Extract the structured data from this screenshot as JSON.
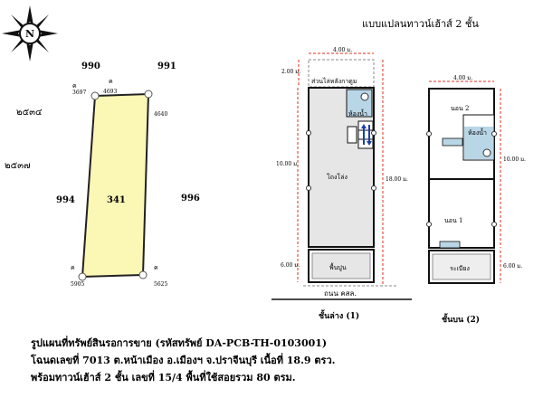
{
  "compass": {
    "letter": "N"
  },
  "lot_map": {
    "neighbors": {
      "top_left": "990",
      "top_right": "991",
      "left_upper": "๒๕๓๔",
      "left_mid": "๒๕๓๗",
      "left_lower": "994",
      "right_lower": "996"
    },
    "parcel_number": "341",
    "markers": {
      "tl": {
        "letter": "ค",
        "code": "3697"
      },
      "tr": {
        "letter": "ค",
        "code": "4693"
      },
      "tr_side": {
        "code": "4640"
      },
      "bl": {
        "letter": "ค",
        "code": "5905"
      },
      "br": {
        "letter": "ค",
        "code": "5625"
      }
    },
    "colors": {
      "parcel_fill": "#fbf7b5",
      "parcel_stroke": "#222222"
    }
  },
  "plan": {
    "title": "แบบแปลนทาวน์เฮ้าส์ 2 ชั้น",
    "ground": {
      "width_label": "4.00 ม.",
      "back_depth_label": "2.00 ม.",
      "back_area_label": "ส่วนไล่หลังกาดูม",
      "bathroom_label": "ห้องน้ำ",
      "hall_label": "โถงโล่ง",
      "hall_depth_label": "10.00 ม.",
      "total_depth_label": "18.00 ม.",
      "front_depth_label": "6.00 ม.",
      "front_label": "พื้นปูน",
      "road_label": "ถนน คสล.",
      "floor_caption": "ชั้นล่าง (1)"
    },
    "upper": {
      "width_label": "4.00 ม.",
      "bedroom2_label": "นอน 2",
      "bathroom_label": "ห้องน้ำ",
      "depth_label": "10.00 ม.",
      "bedroom1_label": "นอน 1",
      "balcony_label": "ระเบียง",
      "balcony_depth_label": "6.00 ม.",
      "floor_caption": "ชั้นบน (2)"
    },
    "colors": {
      "hall_fill": "#e6e6e6",
      "dimension_line": "#e0301e",
      "tile": "#b9d6e6",
      "stair_arrow": "#1b3fa8"
    }
  },
  "caption": {
    "line1": "รูปแผนที่ทรัพย์สินรอการขาย (รหัสทรัพย์ DA-PCB-TH-0103001)",
    "line2": "โฉนดเลขที่ 7013  ต.หน้าเมือง อ.เมืองฯ จ.ปราจีนบุรี เนื้อที่ 18.9 ตรว.",
    "line3": "พร้อมทาวน์เฮ้าส์ 2 ชั้น เลขที่ 15/4 พื้นที่ใช้สอยรวม 80 ตรม."
  }
}
